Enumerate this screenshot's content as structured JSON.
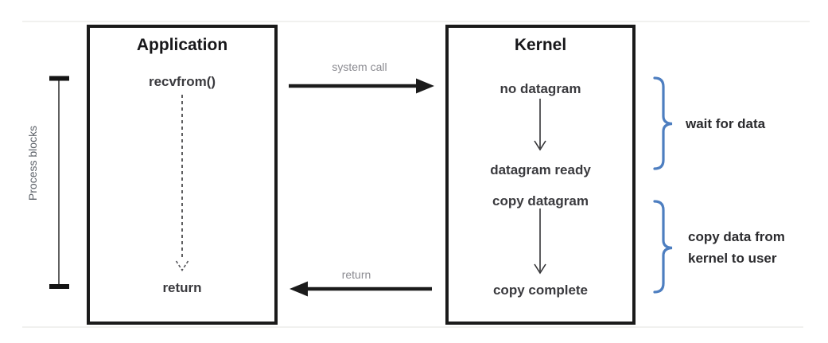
{
  "application": {
    "title": "Application",
    "call_label": "recvfrom()",
    "return_label": "return"
  },
  "kernel": {
    "title": "Kernel",
    "steps": [
      "no datagram",
      "datagram ready",
      "copy datagram",
      "copy complete"
    ]
  },
  "arrows": {
    "system_call_label": "system call",
    "return_label": "return"
  },
  "timeline": {
    "label": "Process blocks"
  },
  "annotations": {
    "wait_label": "wait for data",
    "copy_label_line1": "copy data from",
    "copy_label_line2": "kernel to user"
  },
  "colors": {
    "box_border": "#1a1a1a",
    "step_text": "#3a3a3e",
    "muted_label": "#8a8a90",
    "brace_blue": "#4d7ec0",
    "annotation_text": "#2b2b2e"
  }
}
